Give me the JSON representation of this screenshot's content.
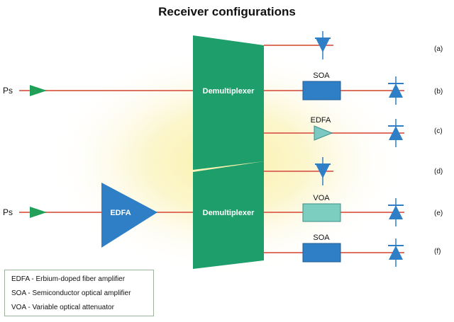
{
  "title": "Receiver configurations",
  "ps_labels": [
    "Ps",
    "Ps"
  ],
  "demux_label": "Demultiplexer",
  "edfa_block_label": "EDFA",
  "component_labels": {
    "soa_b": "SOA",
    "edfa_c": "EDFA",
    "voa_e": "VOA",
    "soa_f": "SOA"
  },
  "row_labels": [
    "(a)",
    "(b)",
    "(c)",
    "(d)",
    "(e)",
    "(f)"
  ],
  "legend": [
    "EDFA - Erbium-doped fiber amplifier",
    "SOA - Semiconductor optical amplifier",
    "VOA - Variable optical attenuator"
  ],
  "colors": {
    "fiber_line": "#e07060",
    "demux_fill": "#1e9e6a",
    "amp_blue": "#2e7fc6",
    "soa_blue": "#2e7fc6",
    "voa_fill": "#7ccfc0",
    "edfa_small": "#7cc9c4",
    "photodiode": "#2e7fc6",
    "input_triangle": "#22a05a",
    "glow": "#f7e88a"
  }
}
